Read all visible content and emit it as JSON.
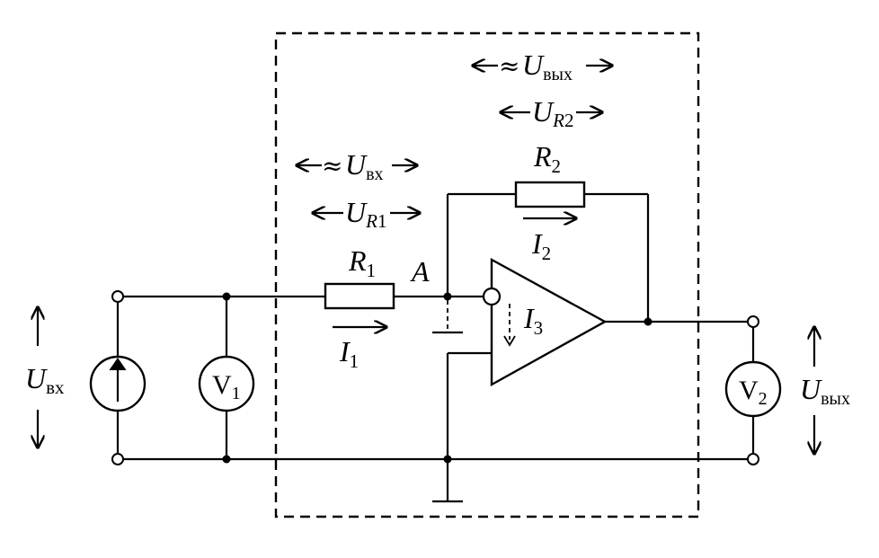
{
  "labels": {
    "u_in_main": "U",
    "u_in_sub": "вх",
    "u_out_main": "U",
    "u_out_sub": "вых",
    "v1_main": "V",
    "v1_sub": "1",
    "v2_main": "V",
    "v2_sub": "2",
    "r1_main": "R",
    "r1_sub": "1",
    "r2_main": "R",
    "r2_sub": "2",
    "i1_main": "I",
    "i1_sub": "1",
    "i2_main": "I",
    "i2_sub": "2",
    "i3_main": "I",
    "i3_sub": "3",
    "node_a": "A",
    "ur1_main": "U",
    "ur1_sub_italic": "R",
    "ur1_sub": "1",
    "ur2_main": "U",
    "ur2_sub_italic": "R",
    "ur2_sub": "2",
    "approx": "≈",
    "approx_uin_main": "U",
    "approx_uin_sub": "вх",
    "approx_uout_main": "U",
    "approx_uout_sub": "вых"
  }
}
